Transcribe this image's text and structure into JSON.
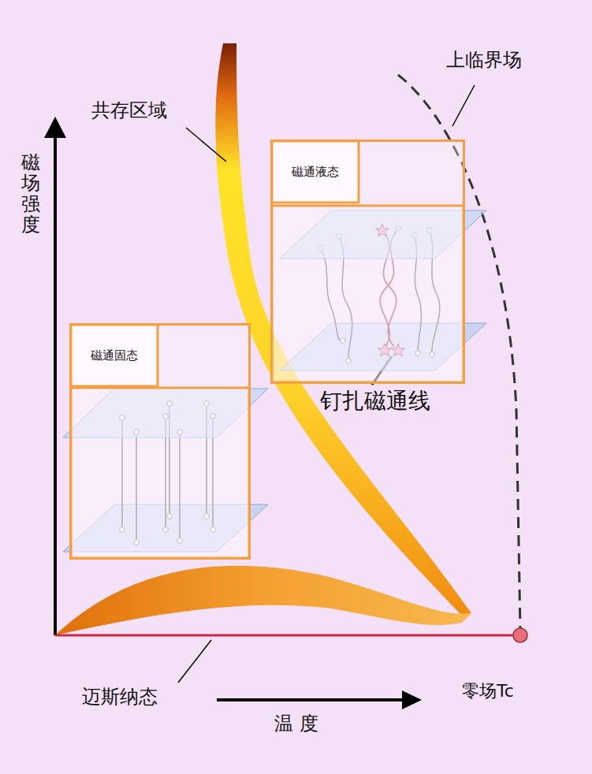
{
  "diagram": {
    "nodes": [
      {
        "text": [
          "磁通液态"
        ]
      },
      {
        "text": [
          "磁通固态"
        ]
      }
    ],
    "labels": [
      "磁场强度",
      "共存区域",
      "上临界场",
      "钉扎磁通线",
      "迈斯纳态",
      "温 度",
      "零场Tc"
    ]
  }
}
